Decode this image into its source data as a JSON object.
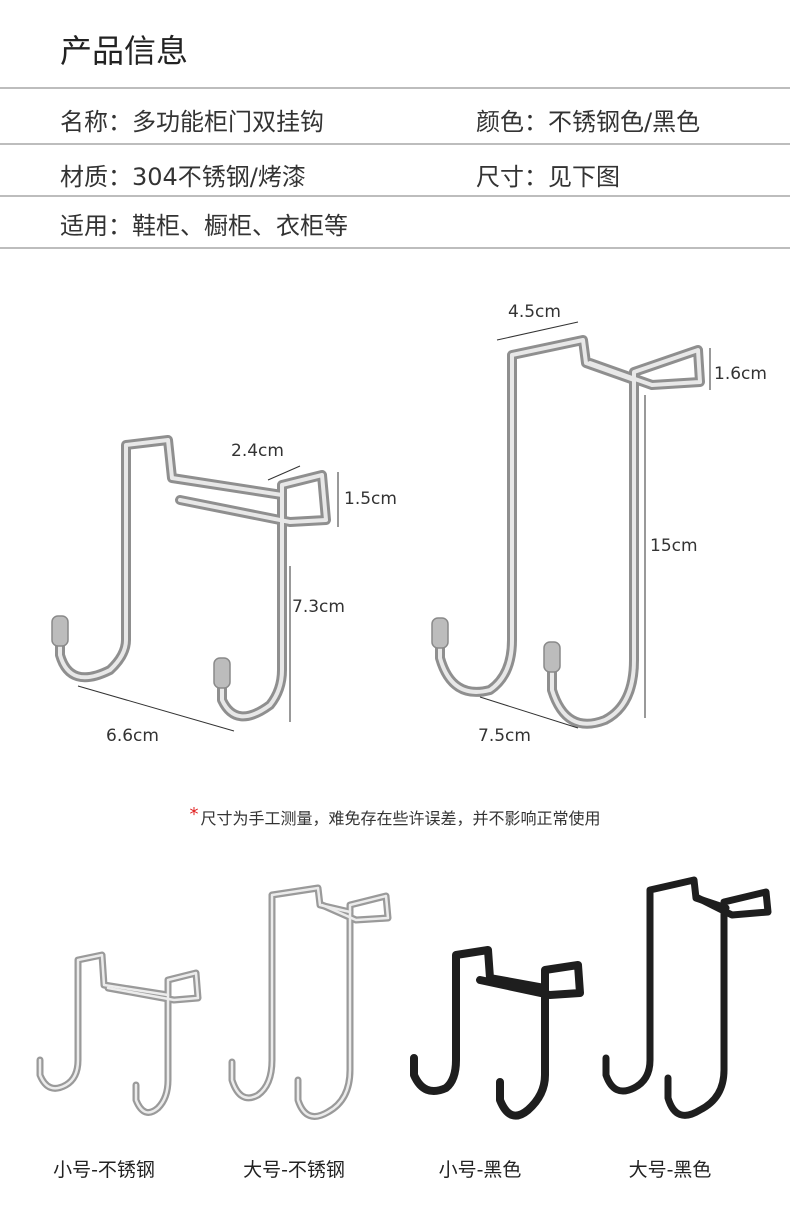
{
  "header": {
    "title": "产品信息"
  },
  "specs": [
    {
      "label": "名称：",
      "value": "多功能柜门双挂钩"
    },
    {
      "label": "颜色：",
      "value": "不锈钢色/黑色"
    },
    {
      "label": "材质：",
      "value": "304不锈钢/烤漆"
    },
    {
      "label": "尺寸：",
      "value": "见下图"
    },
    {
      "label": "适用：",
      "value": "鞋柜、橱柜、衣柜等"
    }
  ],
  "dimensions": {
    "small": {
      "depth": "2.4cm",
      "top_height": "1.5cm",
      "hook_height": "7.3cm",
      "width": "6.6cm"
    },
    "large": {
      "depth": "4.5cm",
      "top_height": "1.6cm",
      "height": "15cm",
      "width": "7.5cm"
    }
  },
  "note": {
    "star": "*",
    "text": "尺寸为手工测量，难免存在些许误差，并不影响正常使用"
  },
  "variants": [
    {
      "label": "小号-不锈钢",
      "color": "#c8c8c8"
    },
    {
      "label": "大号-不锈钢",
      "color": "#c8c8c8"
    },
    {
      "label": "小号-黑色",
      "color": "#1e1e1e"
    },
    {
      "label": "大号-黑色",
      "color": "#1e1e1e"
    }
  ]
}
